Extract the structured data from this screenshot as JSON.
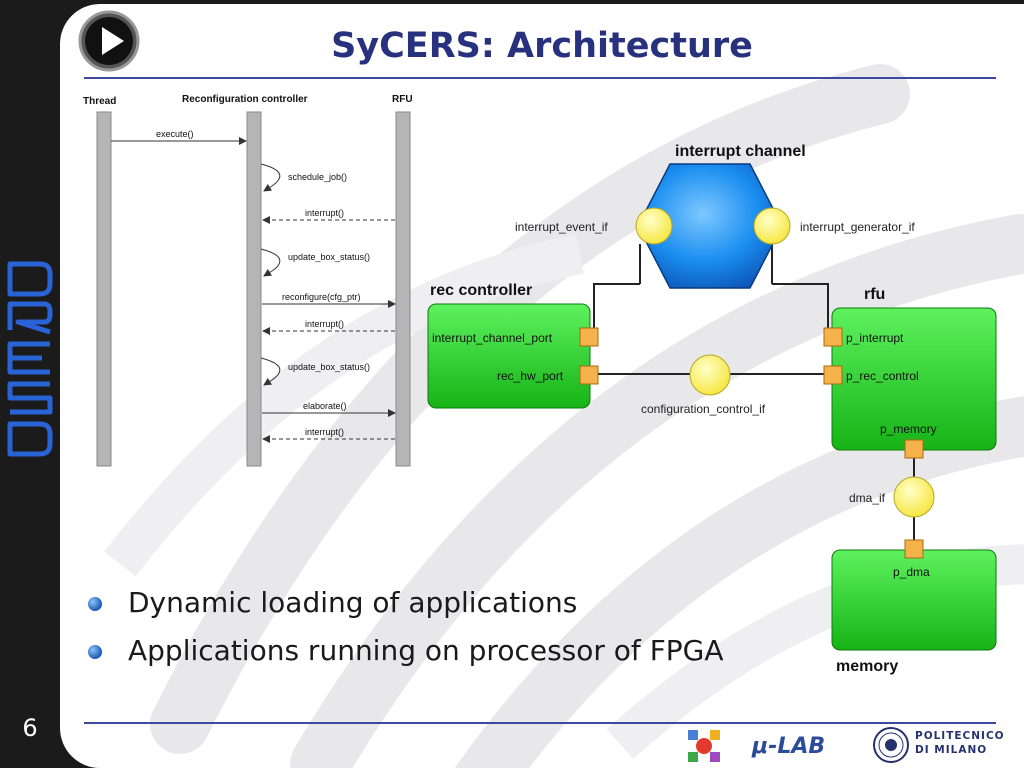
{
  "slide": {
    "title": "SyCERS: Architecture",
    "page_number": "6",
    "sidebar_logo_text": "DRESD"
  },
  "sequence_diagram": {
    "lifelines": [
      "Thread",
      "Reconfiguration controller",
      "RFU"
    ],
    "messages": [
      "execute()",
      "schedule_job()",
      "interrupt()",
      "update_box_status()",
      "reconfigure(cfg_ptr)",
      "interrupt()",
      "update_box_status()",
      "elaborate()",
      "interrupt()"
    ]
  },
  "architecture_diagram": {
    "interrupt_channel": {
      "label": "interrupt channel",
      "left_if": "interrupt_event_if",
      "right_if": "interrupt_generator_if"
    },
    "rec_controller": {
      "label": "rec controller",
      "port1": "interrupt_channel_port",
      "port2": "rec_hw_port"
    },
    "link_label": "configuration_control_if",
    "rfu": {
      "label": "rfu",
      "port1": "p_interrupt",
      "port2": "p_rec_control",
      "port3": "p_memory"
    },
    "dma_label": "dma_if",
    "memory": {
      "label": "memory",
      "port": "p_dma"
    }
  },
  "bullets": [
    "Dynamic loading of applications",
    "Applications running on processor of FPGA"
  ],
  "footer": {
    "mulab": "μ-LAB",
    "polimi_line1": "POLITECNICO",
    "polimi_line2": "DI MILANO"
  },
  "colors": {
    "title": "#27317e",
    "rule": "#3d49a0",
    "component_green": "#22cc22",
    "interface_yellow": "#fff24a",
    "channel_blue": "#1a8ef0"
  }
}
